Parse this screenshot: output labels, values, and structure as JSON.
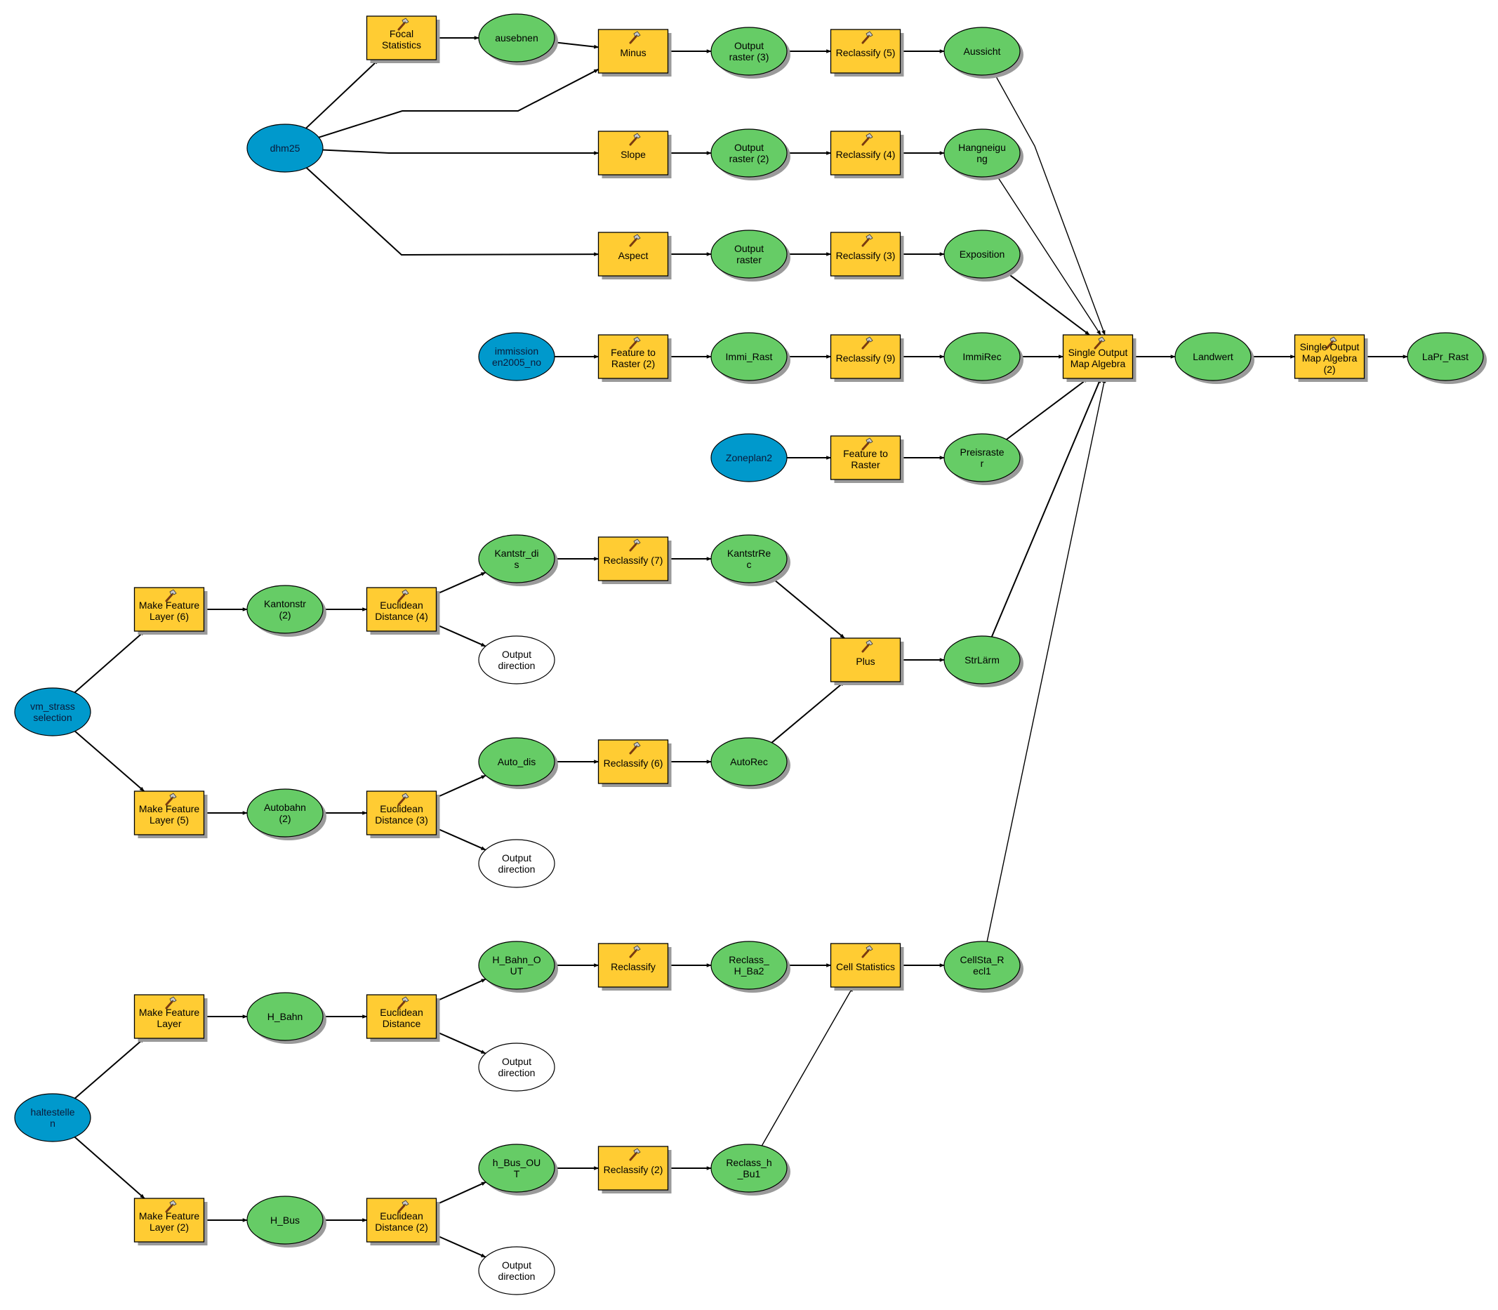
{
  "diagram": {
    "title": "ModelBuilder model",
    "colors": {
      "tool": "#ffcc33",
      "derived_data": "#66cc66",
      "input_data": "#0099cc",
      "unused_output": "#ffffff",
      "shadow": "#9a9a9a"
    },
    "nodes": [
      {
        "id": "dhm25",
        "type": "input",
        "label": [
          "dhm25"
        ]
      },
      {
        "id": "focal",
        "type": "tool",
        "label": [
          "Focal",
          "Statistics"
        ]
      },
      {
        "id": "ausebnen",
        "type": "derived",
        "label": [
          "ausebnen"
        ]
      },
      {
        "id": "minus",
        "type": "tool",
        "label": [
          "Minus"
        ]
      },
      {
        "id": "out3",
        "type": "derived",
        "label": [
          "Output",
          "raster (3)"
        ]
      },
      {
        "id": "recl5",
        "type": "tool",
        "label": [
          "Reclassify (5)"
        ]
      },
      {
        "id": "aussicht",
        "type": "derived",
        "label": [
          "Aussicht"
        ]
      },
      {
        "id": "slope",
        "type": "tool",
        "label": [
          "Slope"
        ]
      },
      {
        "id": "out2",
        "type": "derived",
        "label": [
          "Output",
          "raster (2)"
        ]
      },
      {
        "id": "recl4",
        "type": "tool",
        "label": [
          "Reclassify (4)"
        ]
      },
      {
        "id": "hangneigung",
        "type": "derived",
        "label": [
          "Hangneigu",
          "ng"
        ]
      },
      {
        "id": "aspect",
        "type": "tool",
        "label": [
          "Aspect"
        ]
      },
      {
        "id": "out1",
        "type": "derived",
        "label": [
          "Output",
          "raster"
        ]
      },
      {
        "id": "recl3",
        "type": "tool",
        "label": [
          "Reclassify (3)"
        ]
      },
      {
        "id": "exposition",
        "type": "derived",
        "label": [
          "Exposition"
        ]
      },
      {
        "id": "immission",
        "type": "input",
        "label": [
          "immission",
          "en2005_no"
        ]
      },
      {
        "id": "f2r2",
        "type": "tool",
        "label": [
          "Feature to",
          "Raster (2)"
        ]
      },
      {
        "id": "immirast",
        "type": "derived",
        "label": [
          "Immi_Rast"
        ]
      },
      {
        "id": "recl9",
        "type": "tool",
        "label": [
          "Reclassify (9)"
        ]
      },
      {
        "id": "immirec",
        "type": "derived",
        "label": [
          "ImmiRec"
        ]
      },
      {
        "id": "soma",
        "type": "tool",
        "label": [
          "Single Output",
          "Map Algebra"
        ]
      },
      {
        "id": "landwert",
        "type": "derived",
        "label": [
          "Landwert"
        ]
      },
      {
        "id": "soma2",
        "type": "tool",
        "label": [
          "Single Output",
          "Map Algebra",
          "(2)"
        ]
      },
      {
        "id": "laprrast",
        "type": "derived",
        "label": [
          "LaPr_Rast"
        ]
      },
      {
        "id": "zoneplan",
        "type": "input",
        "label": [
          "Zoneplan2"
        ]
      },
      {
        "id": "f2r",
        "type": "tool",
        "label": [
          "Feature to",
          "Raster"
        ]
      },
      {
        "id": "preisraster",
        "type": "derived",
        "label": [
          "Preisraste",
          "r"
        ]
      },
      {
        "id": "vmstrass",
        "type": "input",
        "label": [
          "vm_strass",
          "selection"
        ]
      },
      {
        "id": "mfl6",
        "type": "tool",
        "label": [
          "Make Feature",
          "Layer (6)"
        ]
      },
      {
        "id": "kantonstr",
        "type": "derived",
        "label": [
          "Kantonstr",
          "(2)"
        ]
      },
      {
        "id": "ed4",
        "type": "tool",
        "label": [
          "Euclidean",
          "Distance (4)"
        ]
      },
      {
        "id": "kantstrdis",
        "type": "derived",
        "label": [
          "Kantstr_di",
          "s"
        ]
      },
      {
        "id": "dir1",
        "type": "output",
        "label": [
          "Output",
          "direction"
        ]
      },
      {
        "id": "recl7",
        "type": "tool",
        "label": [
          "Reclassify (7)"
        ]
      },
      {
        "id": "kantstrrec",
        "type": "derived",
        "label": [
          "KantstrRe",
          "c"
        ]
      },
      {
        "id": "plus",
        "type": "tool",
        "label": [
          "Plus"
        ]
      },
      {
        "id": "strlaerm",
        "type": "derived",
        "label": [
          "StrLärm"
        ]
      },
      {
        "id": "mfl5",
        "type": "tool",
        "label": [
          "Make Feature",
          "Layer (5)"
        ]
      },
      {
        "id": "autobahn",
        "type": "derived",
        "label": [
          "Autobahn",
          "(2)"
        ]
      },
      {
        "id": "ed3",
        "type": "tool",
        "label": [
          "Euclidean",
          "Distance (3)"
        ]
      },
      {
        "id": "autodis",
        "type": "derived",
        "label": [
          "Auto_dis"
        ]
      },
      {
        "id": "dir2",
        "type": "output",
        "label": [
          "Output",
          "direction"
        ]
      },
      {
        "id": "recl6",
        "type": "tool",
        "label": [
          "Reclassify (6)"
        ]
      },
      {
        "id": "autorec",
        "type": "derived",
        "label": [
          "AutoRec"
        ]
      },
      {
        "id": "haltestellen",
        "type": "input",
        "label": [
          "haltestelle",
          "n"
        ]
      },
      {
        "id": "mfl",
        "type": "tool",
        "label": [
          "Make Feature",
          "Layer"
        ]
      },
      {
        "id": "hbahn",
        "type": "derived",
        "label": [
          "H_Bahn"
        ]
      },
      {
        "id": "ed",
        "type": "tool",
        "label": [
          "Euclidean",
          "Distance"
        ]
      },
      {
        "id": "hbahnout",
        "type": "derived",
        "label": [
          "H_Bahn_O",
          "UT"
        ]
      },
      {
        "id": "dir3",
        "type": "output",
        "label": [
          "Output",
          "direction"
        ]
      },
      {
        "id": "recl",
        "type": "tool",
        "label": [
          "Reclassify"
        ]
      },
      {
        "id": "reclhba2",
        "type": "derived",
        "label": [
          "Reclass_",
          "H_Ba2"
        ]
      },
      {
        "id": "cellstats",
        "type": "tool",
        "label": [
          "Cell Statistics"
        ]
      },
      {
        "id": "cellstarecl1",
        "type": "derived",
        "label": [
          "CellSta_R",
          "ecl1"
        ]
      },
      {
        "id": "mfl2",
        "type": "tool",
        "label": [
          "Make Feature",
          "Layer (2)"
        ]
      },
      {
        "id": "hbus",
        "type": "derived",
        "label": [
          "H_Bus"
        ]
      },
      {
        "id": "ed2",
        "type": "tool",
        "label": [
          "Euclidean",
          "Distance (2)"
        ]
      },
      {
        "id": "hbusout",
        "type": "derived",
        "label": [
          "h_Bus_OU",
          "T"
        ]
      },
      {
        "id": "dir4",
        "type": "output",
        "label": [
          "Output",
          "direction"
        ]
      },
      {
        "id": "recl2",
        "type": "tool",
        "label": [
          "Reclassify (2)"
        ]
      },
      {
        "id": "reclhbu1",
        "type": "derived",
        "label": [
          "Reclass_h",
          "_Bu1"
        ]
      }
    ],
    "edges": [
      [
        "dhm25",
        "focal"
      ],
      [
        "focal",
        "ausebnen"
      ],
      [
        "ausebnen",
        "minus"
      ],
      [
        "dhm25",
        "minus"
      ],
      [
        "minus",
        "out3"
      ],
      [
        "out3",
        "recl5"
      ],
      [
        "recl5",
        "aussicht"
      ],
      [
        "dhm25",
        "slope"
      ],
      [
        "slope",
        "out2"
      ],
      [
        "out2",
        "recl4"
      ],
      [
        "recl4",
        "hangneigung"
      ],
      [
        "dhm25",
        "aspect"
      ],
      [
        "aspect",
        "out1"
      ],
      [
        "out1",
        "recl3"
      ],
      [
        "recl3",
        "exposition"
      ],
      [
        "immission",
        "f2r2"
      ],
      [
        "f2r2",
        "immirast"
      ],
      [
        "immirast",
        "recl9"
      ],
      [
        "recl9",
        "immirec"
      ],
      [
        "immirec",
        "soma"
      ],
      [
        "aussicht",
        "soma"
      ],
      [
        "hangneigung",
        "soma"
      ],
      [
        "exposition",
        "soma"
      ],
      [
        "preisraster",
        "soma"
      ],
      [
        "strlaerm",
        "soma"
      ],
      [
        "cellstarecl1",
        "soma"
      ],
      [
        "soma",
        "landwert"
      ],
      [
        "landwert",
        "soma2"
      ],
      [
        "soma2",
        "laprrast"
      ],
      [
        "zoneplan",
        "f2r"
      ],
      [
        "f2r",
        "preisraster"
      ],
      [
        "vmstrass",
        "mfl6"
      ],
      [
        "mfl6",
        "kantonstr"
      ],
      [
        "kantonstr",
        "ed4"
      ],
      [
        "ed4",
        "kantstrdis"
      ],
      [
        "ed4",
        "dir1"
      ],
      [
        "kantstrdis",
        "recl7"
      ],
      [
        "recl7",
        "kantstrrec"
      ],
      [
        "kantstrrec",
        "plus"
      ],
      [
        "plus",
        "strlaerm"
      ],
      [
        "vmstrass",
        "mfl5"
      ],
      [
        "mfl5",
        "autobahn"
      ],
      [
        "autobahn",
        "ed3"
      ],
      [
        "ed3",
        "autodis"
      ],
      [
        "ed3",
        "dir2"
      ],
      [
        "autodis",
        "recl6"
      ],
      [
        "recl6",
        "autorec"
      ],
      [
        "autorec",
        "plus"
      ],
      [
        "haltestellen",
        "mfl"
      ],
      [
        "mfl",
        "hbahn"
      ],
      [
        "hbahn",
        "ed"
      ],
      [
        "ed",
        "hbahnout"
      ],
      [
        "ed",
        "dir3"
      ],
      [
        "hbahnout",
        "recl"
      ],
      [
        "recl",
        "reclhba2"
      ],
      [
        "reclhba2",
        "cellstats"
      ],
      [
        "cellstats",
        "cellstarecl1"
      ],
      [
        "haltestellen",
        "mfl2"
      ],
      [
        "mfl2",
        "hbus"
      ],
      [
        "hbus",
        "ed2"
      ],
      [
        "ed2",
        "hbusout"
      ],
      [
        "ed2",
        "dir4"
      ],
      [
        "hbusout",
        "recl2"
      ],
      [
        "recl2",
        "reclhbu1"
      ],
      [
        "reclhbu1",
        "cellstats"
      ]
    ]
  }
}
